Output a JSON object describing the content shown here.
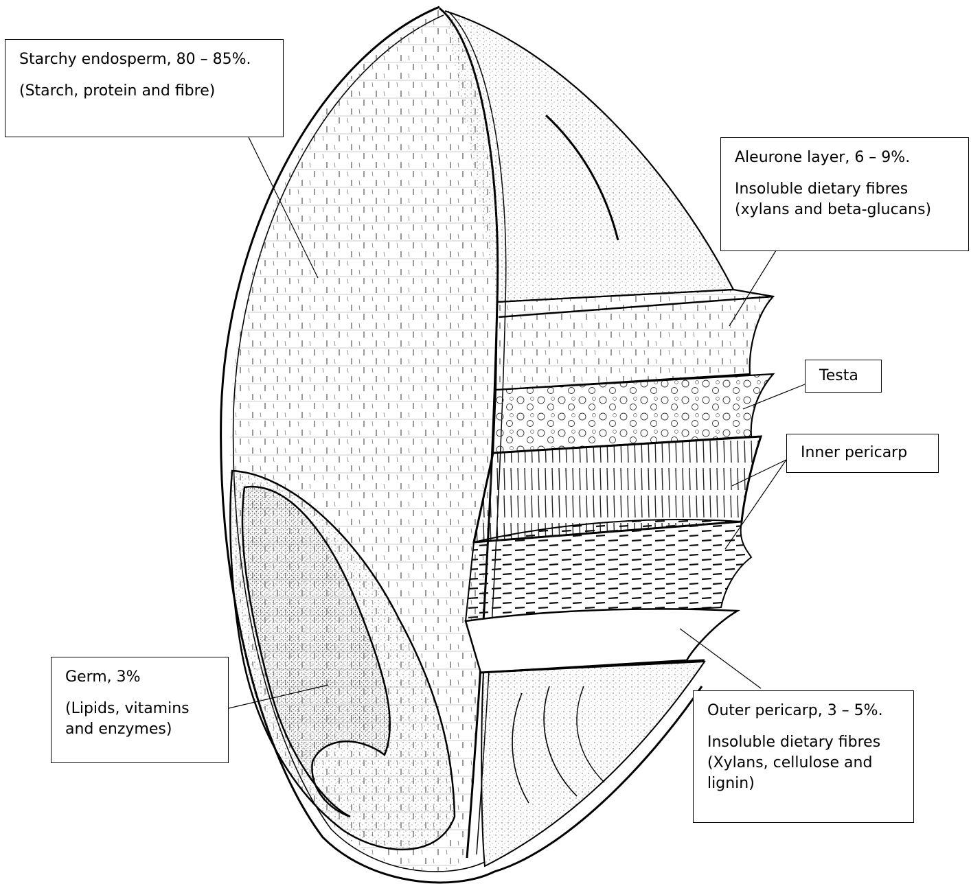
{
  "labels": {
    "endosperm": {
      "title": "Starchy endosperm, 80 – 85%.",
      "detail": "(Starch, protein and fibre)"
    },
    "aleurone": {
      "title": "Aleurone layer, 6 – 9%.",
      "detail_1": "Insoluble dietary fibres",
      "detail_2": "(xylans and beta-glucans)"
    },
    "testa": {
      "title": "Testa"
    },
    "inner_pericarp": {
      "title": "Inner pericarp"
    },
    "germ": {
      "title": "Germ, 3%",
      "detail_1": "(Lipids, vitamins",
      "detail_2": "and enzymes)"
    },
    "outer_pericarp": {
      "title": "Outer pericarp, 3 – 5%.",
      "detail_1": "Insoluble dietary fibres",
      "detail_2": "(Xylans, cellulose and",
      "detail_3": "lignin)"
    }
  },
  "colors": {
    "ink": "#000000",
    "background": "#ffffff",
    "stipple": "#555555"
  }
}
